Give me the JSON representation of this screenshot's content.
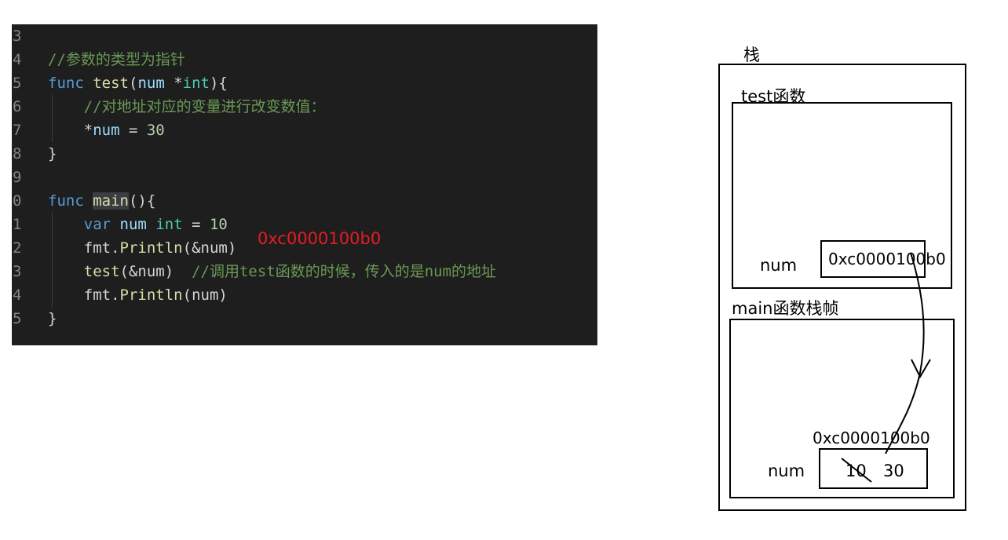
{
  "code": {
    "lines": [
      {
        "no": "3",
        "tokens": []
      },
      {
        "no": "4",
        "tokens": [
          {
            "t": "//参数的类型为指针",
            "c": "cm"
          }
        ]
      },
      {
        "no": "5",
        "tokens": [
          {
            "t": "func",
            "c": "kw"
          },
          {
            "t": " "
          },
          {
            "t": "test",
            "c": "fn"
          },
          {
            "t": "("
          },
          {
            "t": "num",
            "c": "var"
          },
          {
            "t": " *"
          },
          {
            "t": "int",
            "c": "ty"
          },
          {
            "t": "){"
          }
        ]
      },
      {
        "no": "6",
        "tokens": [
          {
            "t": "    "
          },
          {
            "t": "//对地址对应的变量进行改变数值：",
            "c": "cm"
          }
        ]
      },
      {
        "no": "7",
        "tokens": [
          {
            "t": "    *"
          },
          {
            "t": "num",
            "c": "var"
          },
          {
            "t": " = "
          },
          {
            "t": "30",
            "c": "num"
          }
        ]
      },
      {
        "no": "8",
        "tokens": [
          {
            "t": "}"
          }
        ]
      },
      {
        "no": "9",
        "tokens": []
      },
      {
        "no": "0",
        "tokens": [
          {
            "t": "func",
            "c": "kw"
          },
          {
            "t": " "
          },
          {
            "t": "main",
            "c": "fn hl"
          },
          {
            "t": "(){"
          }
        ]
      },
      {
        "no": "1",
        "tokens": [
          {
            "t": "    "
          },
          {
            "t": "var",
            "c": "kw"
          },
          {
            "t": " "
          },
          {
            "t": "num",
            "c": "var"
          },
          {
            "t": " "
          },
          {
            "t": "int",
            "c": "ty"
          },
          {
            "t": " = "
          },
          {
            "t": "10",
            "c": "num"
          }
        ]
      },
      {
        "no": "2",
        "tokens": [
          {
            "t": "    "
          },
          {
            "t": "fmt",
            "c": ""
          },
          {
            "t": "."
          },
          {
            "t": "Println",
            "c": "fn"
          },
          {
            "t": "(&"
          },
          {
            "t": "num"
          },
          {
            "t": ")"
          }
        ]
      },
      {
        "no": "3",
        "tokens": [
          {
            "t": "    "
          },
          {
            "t": "test",
            "c": "fn"
          },
          {
            "t": "(&"
          },
          {
            "t": "num"
          },
          {
            "t": ")  "
          },
          {
            "t": "//调用test函数的时候，传入的是num的地址",
            "c": "cm"
          }
        ]
      },
      {
        "no": "4",
        "tokens": [
          {
            "t": "    "
          },
          {
            "t": "fmt"
          },
          {
            "t": "."
          },
          {
            "t": "Println",
            "c": "fn"
          },
          {
            "t": "("
          },
          {
            "t": "num"
          },
          {
            "t": ")"
          }
        ]
      },
      {
        "no": "5",
        "tokens": [
          {
            "t": "}"
          }
        ]
      }
    ],
    "annotation_address": "0xc0000100b0"
  },
  "diagram": {
    "stack_label": "栈",
    "test_frame_label": "test函数",
    "test_num_label": "num",
    "test_num_value": "0xc0000100b0",
    "main_frame_label": "main函数栈帧",
    "main_num_address": "0xc0000100b0",
    "main_num_label": "num",
    "main_old_value": "10",
    "main_new_value": "30"
  }
}
